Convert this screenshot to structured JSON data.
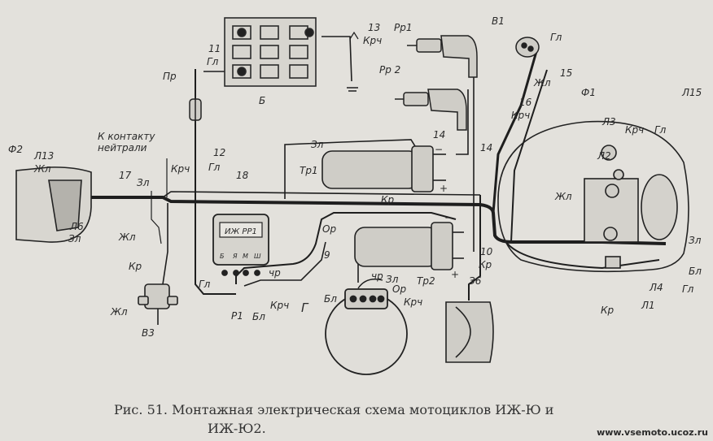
{
  "caption": {
    "line1": "Рис. 51. Монтажная электрическая схема мотоциклов ИЖ-Ю и",
    "line2": "ИЖ-Ю2."
  },
  "watermark": "www.vsemoto.ucoz.ru",
  "labels": {
    "f2": "Ф2",
    "l13": "Л13",
    "zhl_f2": "Жл",
    "l6": "Л6",
    "zl_f2": "Зл",
    "n17": "17",
    "zl_17": "Зл",
    "zhl_17": "Жл",
    "neutral_1": "К контакту",
    "neutral_2": "нейтрали",
    "krch_12": "Крч",
    "n12": "12",
    "gl_12": "Гл",
    "n18": "18",
    "pr": "Пр",
    "n11": "11",
    "gl_11": "Гл",
    "b": "Б",
    "n13": "13",
    "krch_13": "Крч",
    "rr1": "Рр1",
    "rr2": "Рр 2",
    "v1": "В1",
    "gl_v1": "Гл",
    "zhl_16": "Жл",
    "n16": "16",
    "krch_16": "Крч",
    "n15": "15",
    "n14a": "14",
    "n14b": "14",
    "zl_tr1": "Зл",
    "tr1": "Тр1",
    "kr_tr1": "Кр",
    "plus1": "+",
    "minus1": "−",
    "reg_title": "ИЖ РР1",
    "reg_b": "Б",
    "reg_ya": "Я",
    "reg_m": "М",
    "reg_sh": "Ш",
    "or_9": "Ор",
    "n9": "9",
    "tr2": "Тр2",
    "plus2": "+",
    "minus2": "−",
    "n10": "10",
    "kr_10": "Кр",
    "z6": "З6",
    "gl_reg": "Гл",
    "chr_reg": "чр",
    "r1": "Р1",
    "bl_reg": "Бл",
    "krch_reg": "Крч",
    "chr_g": "чр",
    "zl_g": "Зл",
    "or_g": "Ор",
    "bl_g": "Бл",
    "krch_g": "Крч",
    "g": "Г",
    "kr_v3": "Кр",
    "zhl_v3": "Жл",
    "v3": "В3",
    "f1": "Ф1",
    "l3": "Л3",
    "krch_f1": "Крч",
    "gl_f1": "Гл",
    "l15": "Л15",
    "l2": "Л2",
    "zhl_f1": "Жл",
    "zl_r": "Зл",
    "bl_r": "Бл",
    "gl_r": "Гл",
    "l4": "Л4",
    "l1": "Л1",
    "kr_f1": "Кр"
  }
}
